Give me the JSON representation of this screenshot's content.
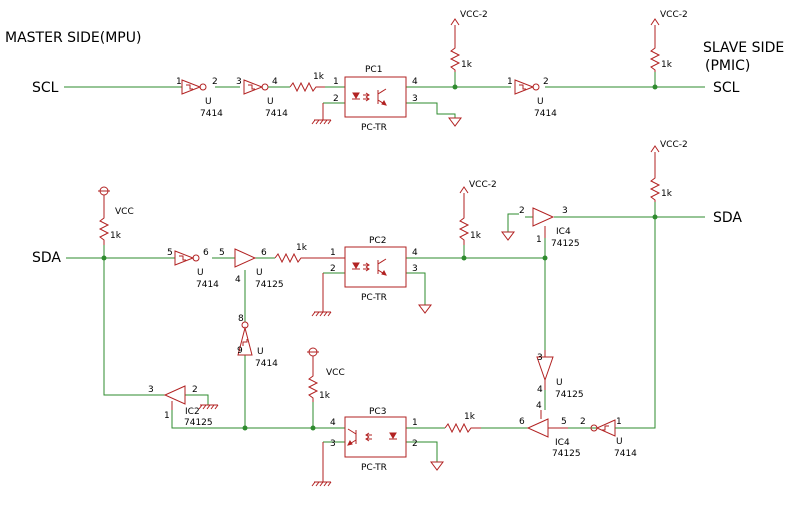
{
  "titles": {
    "master": "MASTER SIDE(MPU)",
    "slave_line1": "SLAVE SIDE",
    "slave_line2": "(PMIC)"
  },
  "nets": {
    "scl_left": "SCL",
    "scl_right": "SCL",
    "sda_left": "SDA",
    "sda_right": "SDA"
  },
  "supplies": {
    "vcc2": "VCC-2",
    "vcc": "VCC"
  },
  "resistor_value": "1k",
  "opto": {
    "pc1": "PC1",
    "pc2": "PC2",
    "pc3": "PC3",
    "type": "PC-TR"
  },
  "gates": {
    "u": "U",
    "ic2": "IC2",
    "ic4": "IC4",
    "p7414": "7414",
    "p74125": "74125"
  },
  "pins": {
    "p1": "1",
    "p2": "2",
    "p3": "3",
    "p4": "4",
    "p5": "5",
    "p6": "6",
    "p8": "8",
    "p9": "9"
  },
  "colors": {
    "wire": "#2e8b2e",
    "component": "#b22222",
    "text": "#000000"
  }
}
